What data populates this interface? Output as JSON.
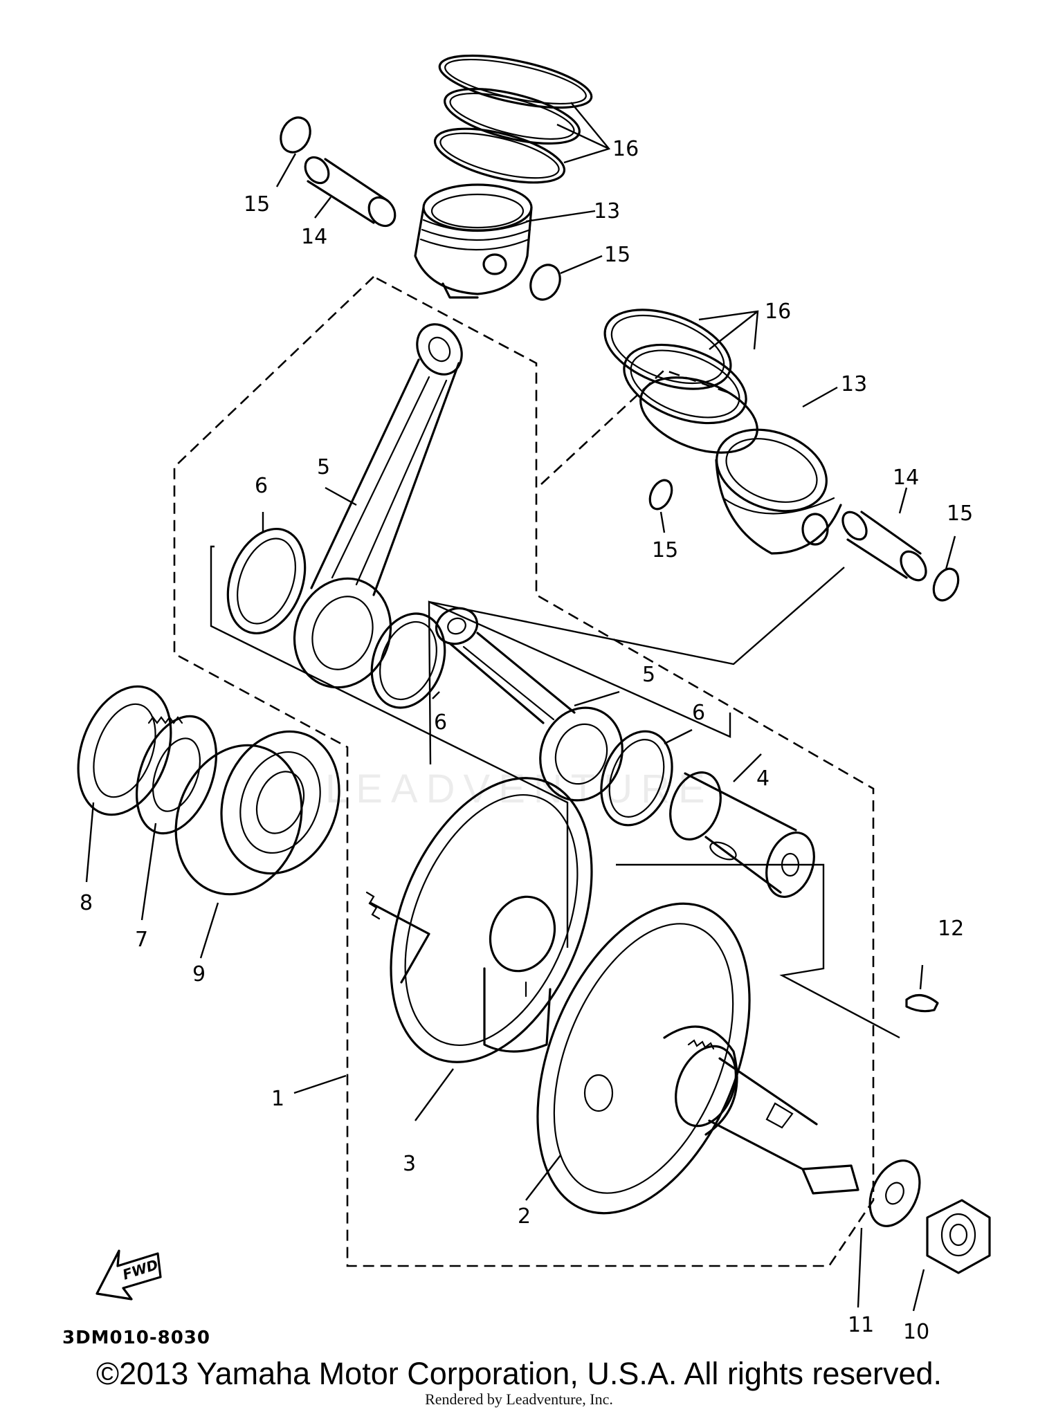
{
  "callouts": {
    "c1": "1",
    "c2": "2",
    "c3": "3",
    "c4": "4",
    "c5a": "5",
    "c5b": "5",
    "c6a": "6",
    "c6b": "6",
    "c6c": "6",
    "c7": "7",
    "c8": "8",
    "c9": "9",
    "c10": "10",
    "c11": "11",
    "c12": "12",
    "c13a": "13",
    "c13b": "13",
    "c14a": "14",
    "c14b": "14",
    "c15a": "15",
    "c15b": "15",
    "c15c": "15",
    "c15d": "15",
    "c16a": "16",
    "c16b": "16"
  },
  "diagram_code": "3DM010-8030",
  "fwd_label": "FWD",
  "watermark": "LEADVENTURE",
  "copyright": "©2013 Yamaha Motor Corporation, U.S.A. All rights reserved.",
  "rendered_by": "Rendered by Leadventure, Inc."
}
